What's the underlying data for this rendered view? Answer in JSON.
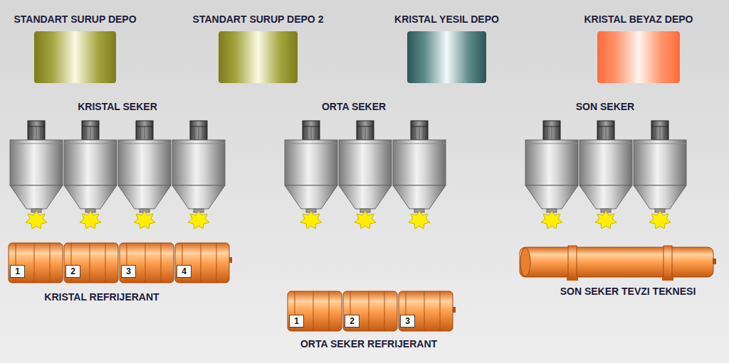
{
  "diagram": {
    "nodes": [
      {
        "text": [
          "STANDART SURUP DEPO"
        ]
      },
      {
        "text": [
          "STANDART SURUP DEPO 2"
        ]
      },
      {
        "text": [
          "KRISTAL YESIL DEPO"
        ]
      },
      {
        "text": [
          "KRISTAL BEYAZ DEPO"
        ]
      },
      {
        "text": [
          "1"
        ]
      },
      {
        "text": [
          "2"
        ]
      },
      {
        "text": [
          "3"
        ]
      },
      {
        "text": [
          "4"
        ]
      },
      {
        "text": [
          "1"
        ]
      },
      {
        "text": [
          "2"
        ]
      },
      {
        "text": [
          "3"
        ]
      }
    ],
    "labels": [
      "KRISTAL SEKER",
      "ORTA SEKER",
      "SON SEKER",
      "KRISTAL REFRIJERANT",
      "ORTA SEKER REFRIJERANT",
      "SON SEKER TEVZI TEKNESI"
    ]
  }
}
